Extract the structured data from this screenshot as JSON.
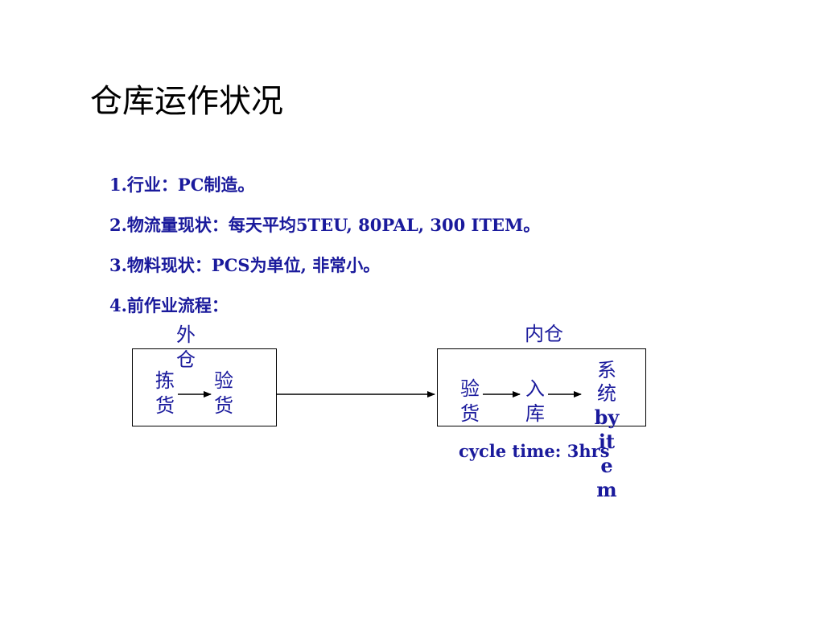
{
  "title": "仓库运作状况",
  "items": [
    "1.行业：PC制造。",
    "2.物流量现状：每天平均5TEU,  80PAL,  300 ITEM。",
    "3.物料现状：PCS为单位, 非常小。",
    "4.前作业流程："
  ],
  "flow": {
    "outer_label": "外仓",
    "inner_label": "内仓",
    "outer_steps": [
      "拣货",
      "验货"
    ],
    "inner_steps": [
      "验货",
      "入库"
    ],
    "system_cn": "系统",
    "system_en": "by item",
    "cycle_time": "cycle time: 3hrs"
  },
  "colors": {
    "text_blue": "#1a1a9c",
    "title": "#000000",
    "line": "#000000"
  }
}
